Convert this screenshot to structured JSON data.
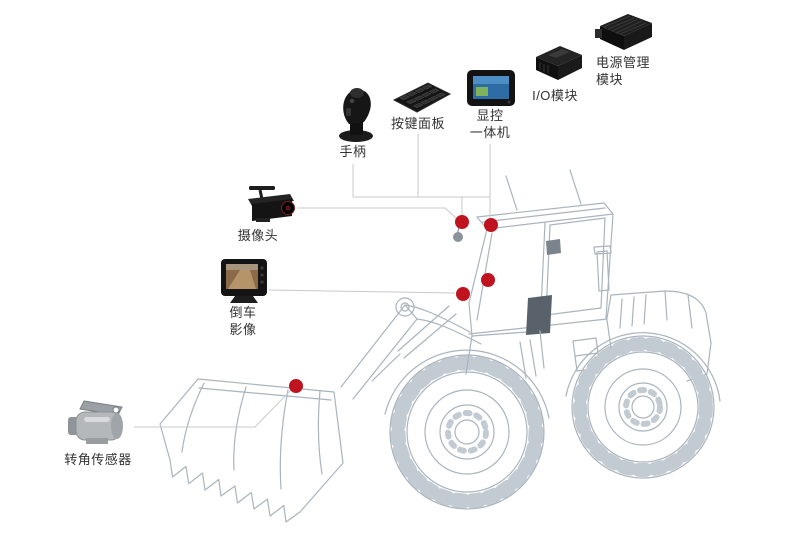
{
  "components": {
    "joystick": {
      "label": "手柄"
    },
    "keypad": {
      "label": "按键面板"
    },
    "display_unit": {
      "label_line1": "显控",
      "label_line2": "一体机"
    },
    "io_module": {
      "label": "I/O模块"
    },
    "power_module": {
      "label_line1": "电源管理",
      "label_line2": "模块"
    },
    "camera": {
      "label": "摄像头"
    },
    "rear_view": {
      "label_line1": "倒车",
      "label_line2": "影像"
    },
    "angle_sensor": {
      "label": "转角传感器"
    }
  },
  "colors": {
    "mount_dot": "#bf1420",
    "connector_line": "#c9c9c9",
    "sketch_line": "#aab4bd",
    "sketch_detail": "#c3cbd2",
    "label_text": "#333333",
    "background": "#ffffff"
  }
}
